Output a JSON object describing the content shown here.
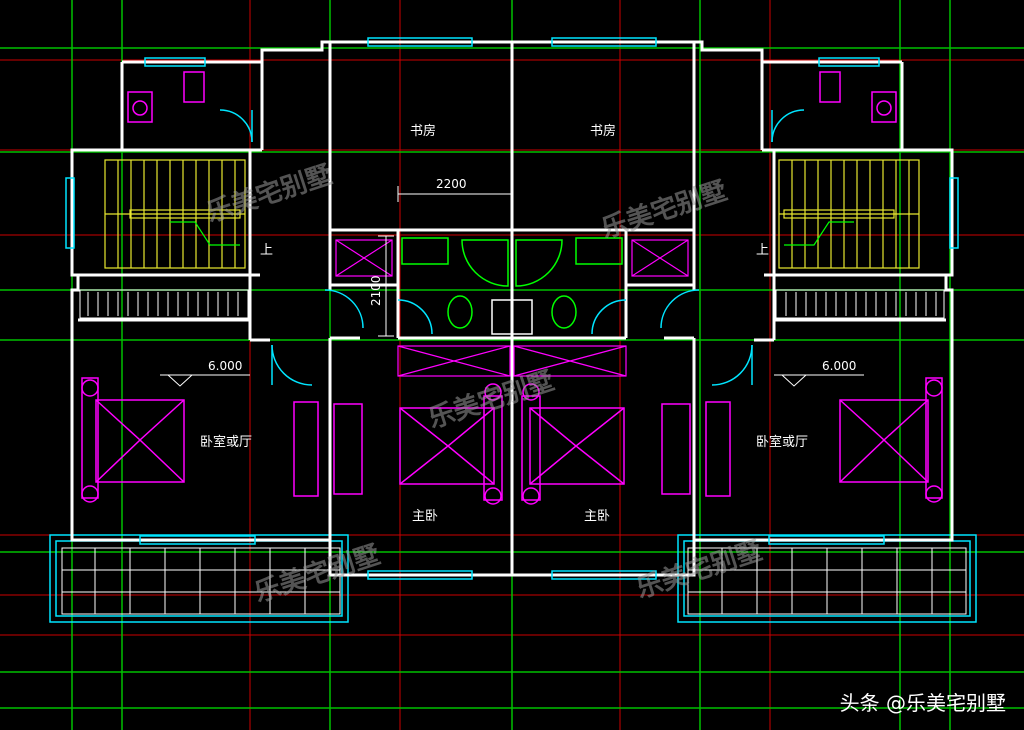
{
  "rooms": {
    "study_left": "书房",
    "study_right": "书房",
    "bedroom_living_left": "卧室或厅",
    "bedroom_living_right": "卧室或厅",
    "master_left": "主卧",
    "master_right": "主卧",
    "stair_up_left": "上",
    "stair_up_right": "上"
  },
  "dimensions": {
    "width_2200": "2200",
    "height_2100": "2100",
    "level_left": "6.000",
    "level_right": "6.000"
  },
  "watermark": "乐美宅别墅",
  "credit": "头条 @乐美宅别墅",
  "colors": {
    "background": "#000000",
    "wall": "#ffffff",
    "window": "#00e5ff",
    "furniture": "#ff00ff",
    "fixture": "#00ff00",
    "stair": "#e8e830",
    "axis": "#00c000",
    "grid": "#cc0000"
  }
}
